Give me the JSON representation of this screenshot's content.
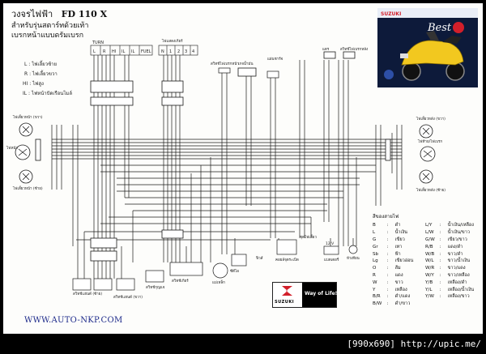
{
  "title": {
    "thai": "วงจรไฟฟ้า",
    "model": "FD 110 X",
    "line2": "สำหรับรุ่นสตาร์ทด้วยเท้า",
    "line3": "เบรกหน้าแบบดรัมเบรก"
  },
  "switch_legend": [
    {
      "code": "L",
      "desc": "ไฟเลี้ยวซ้าย"
    },
    {
      "code": "R",
      "desc": "ไฟเลี้ยวขวา"
    },
    {
      "code": "HI",
      "desc": "ไฟสูง"
    },
    {
      "code": "IL",
      "desc": "ไฟหน้าปัดเรือนไมล์"
    }
  ],
  "switch_headers": {
    "turn": "TURN",
    "cols": [
      "L",
      "R",
      "HI",
      "IL",
      "IL",
      "FUEL"
    ],
    "ign_header": "ไฟแสดงเกียร์",
    "ign_cols": [
      "N",
      "1",
      "2",
      "3",
      "4"
    ]
  },
  "components": {
    "headlight": "ไฟหน้า",
    "front_turn_r": "ไฟเลี้ยวหน้า (ขวา)",
    "front_turn_l": "ไฟเลี้ยวหน้า (ซ้าย)",
    "rear_turn_r": "ไฟเลี้ยวหลัง (ขวา)",
    "rear_turn_l": "ไฟเลี้ยวหลัง (ซ้าย)",
    "tail_light": "ไฟท้าย/ไฟเบรก",
    "front_brake_sw": "สวิทช์ไฟเบรกหน้า",
    "rear_brake_sw": "สวิทช์ไฟเบรกหลัง",
    "flasher": "ชุดไฟเลี้ยว",
    "horn": "แตร",
    "fuse": "ฟิวส์",
    "battery": "แบตเตอรี่",
    "ignition_coil": "คอยล์จุดระเบิด",
    "cdi": "ซีดีไอ",
    "regulator": "แผ่นชาร์จ",
    "spark_plug": "หัวเทียน",
    "fuel_gauge": "เกจน้ำมัน",
    "magneto": "แม่เหล็ก",
    "gear_sw": "สวิทช์เกียร์",
    "ignition_sw": "สวิทช์กุญแจ",
    "handle_sw_l": "สวิทช์แฮนด์ (ซ้าย)",
    "handle_sw_r": "สวิทช์แฮนด์ (ขวา)",
    "volt": "12 V",
    "neutral": "สวิทช์ไฟเกียร์"
  },
  "color_table": {
    "title": "สีของสายไฟ",
    "rows": [
      {
        "c1": "B",
        "n1": "ดำ",
        "c2": "L/Y",
        "n2": "น้ำเงิน/เหลือง"
      },
      {
        "c1": "L",
        "n1": "น้ำเงิน",
        "c2": "L/W",
        "n2": "น้ำเงิน/ขาว"
      },
      {
        "c1": "G",
        "n1": "เขียว",
        "c2": "G/W",
        "n2": "เขียว/ขาว"
      },
      {
        "c1": "Gr",
        "n1": "เทา",
        "c2": "R/B",
        "n2": "แดง/ดำ"
      },
      {
        "c1": "Sb",
        "n1": "ฟ้า",
        "c2": "W/B",
        "n2": "ขาว/ดำ"
      },
      {
        "c1": "Lg",
        "n1": "เขียวอ่อน",
        "c2": "W/L",
        "n2": "ขาว/น้ำเงิน"
      },
      {
        "c1": "O",
        "n1": "ส้ม",
        "c2": "W/R",
        "n2": "ขาว/แดง"
      },
      {
        "c1": "R",
        "n1": "แดง",
        "c2": "W/Y",
        "n2": "ขาว/เหลือง"
      },
      {
        "c1": "W",
        "n1": "ขาว",
        "c2": "Y/B",
        "n2": "เหลือง/ดำ"
      },
      {
        "c1": "Y",
        "n1": "เหลือง",
        "c2": "Y/L",
        "n2": "เหลือง/น้ำเงิน"
      },
      {
        "c1": "B/R",
        "n1": "ดำ/แดง",
        "c2": "Y/W",
        "n2": "เหลือง/ขาว"
      },
      {
        "c1": "B/W",
        "n1": "ดำ/ขาว",
        "c2": "",
        "n2": ""
      }
    ]
  },
  "brand": {
    "name": "SUZUKI",
    "slogan": "Way of Life!",
    "product": "Best"
  },
  "website": "WWW.AUTO-NKP.COM",
  "footer": "[990x690] http://upic.me/",
  "colors": {
    "wire": "#1a1a1a",
    "link": "#1d2a8a",
    "paper": "#fdfdfb",
    "photo_bg": "#0d1a3a",
    "bike_yellow": "#f2c81f"
  }
}
